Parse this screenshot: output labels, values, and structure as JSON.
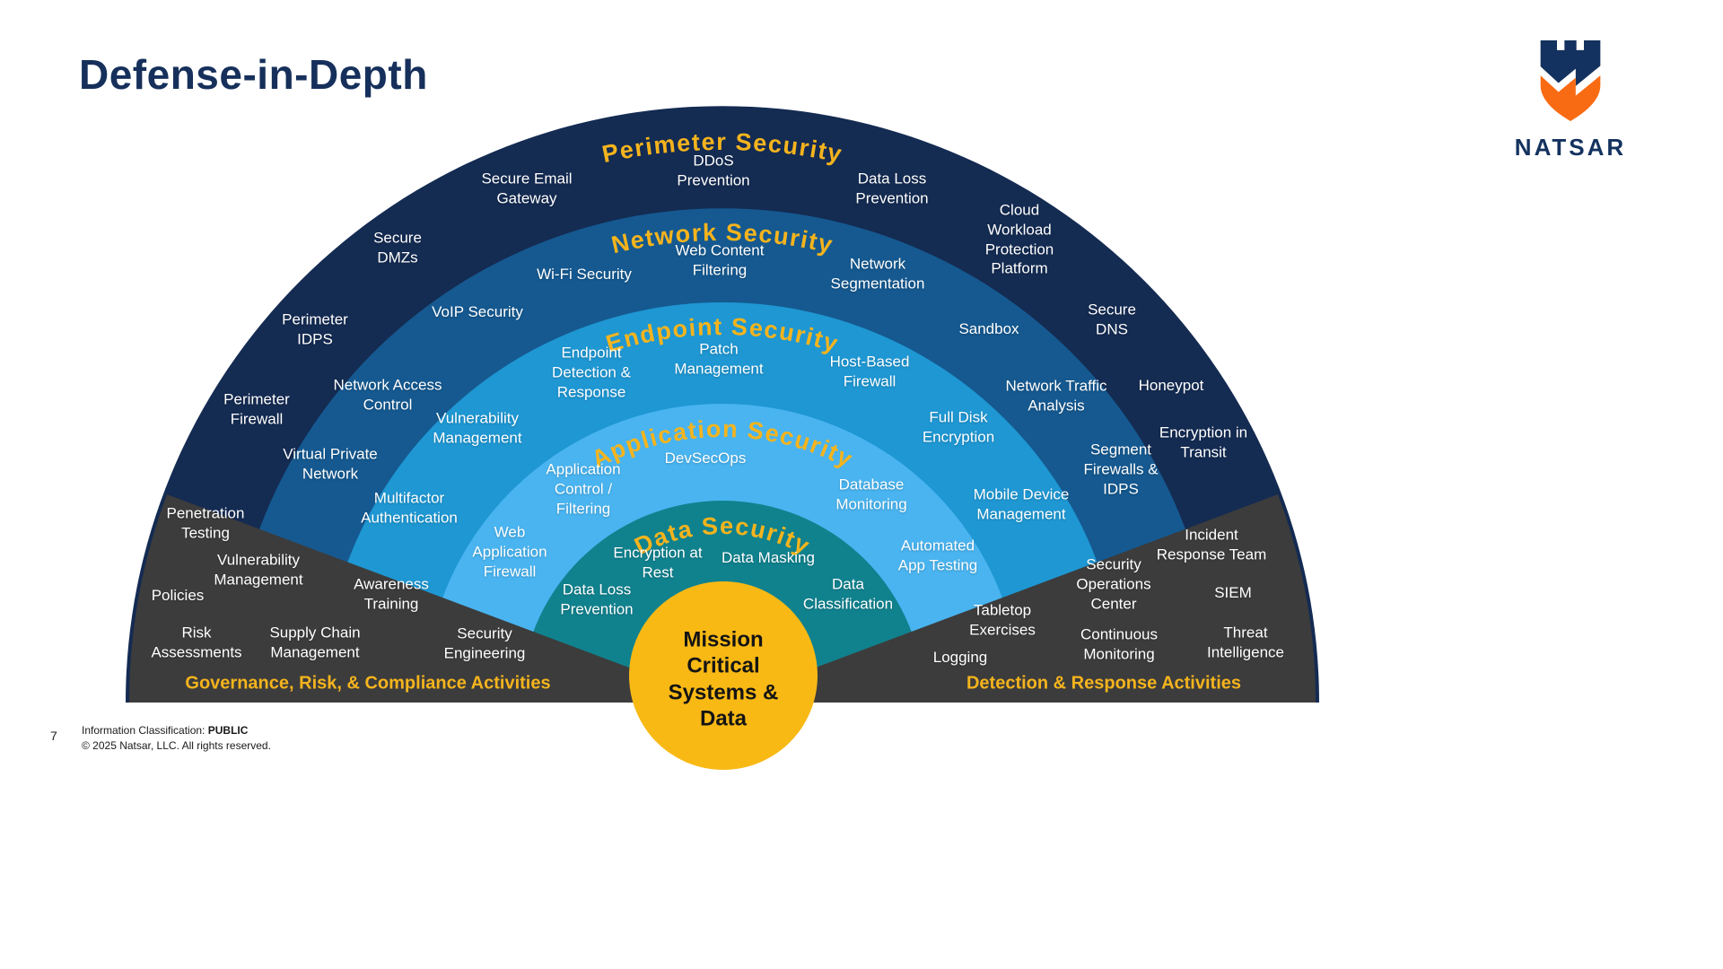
{
  "page": {
    "title": "Defense-in-Depth",
    "page_number": "7",
    "classification_prefix": "Information Classification: ",
    "classification_value": "PUBLIC",
    "copyright": "© 2025 Natsar, LLC. All rights reserved."
  },
  "logo": {
    "brand": "NATSAR"
  },
  "center": {
    "label": "Mission Critical Systems & Data"
  },
  "rings": [
    {
      "name": "Perimeter Security",
      "items": [
        "Secure Email Gateway",
        "DDoS Prevention",
        "Data Loss Prevention",
        "Secure DMZs",
        "Cloud Workload Protection Platform",
        "Perimeter IDPS",
        "Secure DNS",
        "Perimeter Firewall",
        "Honeypot",
        "Encryption in Transit"
      ]
    },
    {
      "name": "Network Security",
      "items": [
        "Wi-Fi Security",
        "Web Content Filtering",
        "Network Segmentation",
        "VoIP Security",
        "Sandbox",
        "Network Access Control",
        "Network Traffic Analysis",
        "Virtual Private Network",
        "Segment Firewalls & IDPS"
      ]
    },
    {
      "name": "Endpoint Security",
      "items": [
        "Endpoint Detection & Response",
        "Patch Management",
        "Host-Based Firewall",
        "Vulnerability Management",
        "Full Disk Encryption",
        "Multifactor Authentication",
        "Mobile Device Management"
      ]
    },
    {
      "name": "Application Security",
      "items": [
        "Application Control / Filtering",
        "DevSecOps",
        "Database Monitoring",
        "Web Application Firewall",
        "Automated App Testing"
      ]
    },
    {
      "name": "Data Security",
      "items": [
        "Encryption at Rest",
        "Data Masking",
        "Data Loss Prevention",
        "Data Classification"
      ]
    }
  ],
  "wedges": {
    "left": {
      "title": "Governance, Risk, & Compliance Activities",
      "items": [
        "Penetration Testing",
        "Vulnerability Management",
        "Policies",
        "Awareness Training",
        "Risk Assessments",
        "Supply Chain Management",
        "Security Engineering"
      ]
    },
    "right": {
      "title": "Detection & Response Activities",
      "items": [
        "Incident Response Team",
        "Security Operations Center",
        "SIEM",
        "Tabletop Exercises",
        "Continuous Monitoring",
        "Threat Intelligence",
        "Logging"
      ]
    }
  },
  "colors": {
    "title_navy": "#16305B",
    "gold": "#F5B41D",
    "ring_perimeter": "#142B52",
    "ring_network": "#155990",
    "ring_endpoint": "#1E97D3",
    "ring_application": "#49B4F0",
    "ring_data": "#10828E",
    "wedge_gray": "#3C3C3C",
    "center_yellow": "#F9B915",
    "logo_orange": "#F96B13",
    "item_text": "#FFFFFF"
  }
}
